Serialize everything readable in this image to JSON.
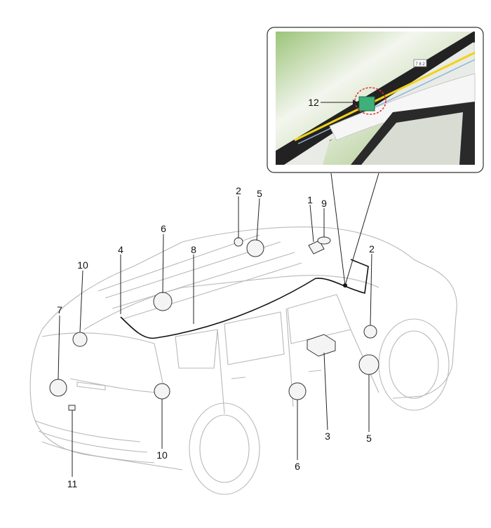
{
  "diagram": {
    "callouts": {
      "c1": "1",
      "c9": "9",
      "c2a": "2",
      "c5a": "5",
      "c6a": "6",
      "c4": "4",
      "c8": "8",
      "c10a": "10",
      "c7": "7",
      "c2b": "2",
      "c3": "3",
      "c5b": "5",
      "c6b": "6",
      "c10b": "10",
      "c11": "11",
      "c12": "12"
    },
    "inset_label_text": "7 8 2",
    "colors": {
      "connector": "#3fb07a",
      "highlight_ring": "#e03030",
      "wire": "#f2d21a",
      "inset_bg": "#9cc47a"
    }
  }
}
